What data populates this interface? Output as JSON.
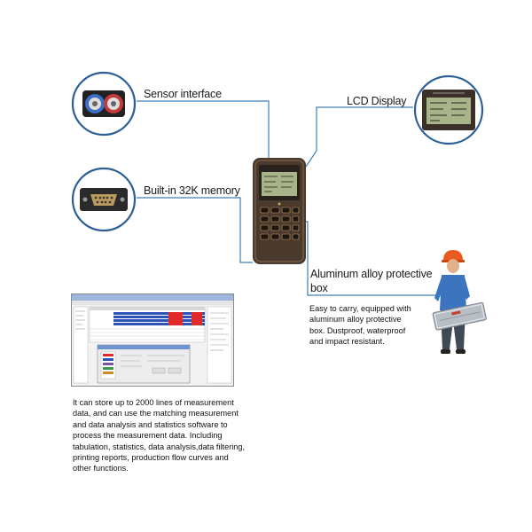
{
  "features": {
    "sensor": {
      "label": "Sensor interface"
    },
    "lcd": {
      "label": "LCD Display"
    },
    "memory": {
      "label": "Built-in 32K memory"
    },
    "case": {
      "label": "Aluminum alloy protective box"
    }
  },
  "notes": {
    "case": "Easy to carry, equipped with aluminum alloy protective box. Dustproof, waterproof and impact resistant.",
    "software": "It can store up to 2000 lines of measurement data, and can use the matching measurement and data analysis and statistics software to process the measurement data. Including tabulation, statistics, data analysis,data filtering, printing reports, production flow curves and other functions."
  },
  "colors": {
    "connector_line": "#3f7fb4",
    "callout_ring": "#2b5f96",
    "device_body": "#4a3a2e",
    "lcd_green": "#a9b38a",
    "software_highlight_red": "#e02a2a",
    "software_highlight_blue": "#2f52b8"
  },
  "icons": {
    "sensor": "dual-connector-icon",
    "memory": "db9-serial-port-icon",
    "lcd": "lcd-screen-icon",
    "device": "handheld-flowmeter",
    "person": "worker-with-case",
    "software": "software-window-screenshot"
  }
}
